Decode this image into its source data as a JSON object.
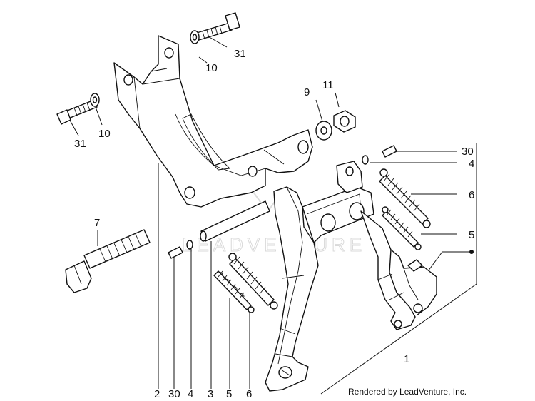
{
  "watermark": "LEADVENTURE",
  "credit": "Rendered by LeadVenture, Inc.",
  "callouts": [
    {
      "label": "31"
    },
    {
      "label": "10"
    },
    {
      "label": "9"
    },
    {
      "label": "11"
    },
    {
      "label": "10"
    },
    {
      "label": "31"
    },
    {
      "label": "30"
    },
    {
      "label": "4"
    },
    {
      "label": "6"
    },
    {
      "label": "5"
    },
    {
      "label": "7"
    },
    {
      "label": "1"
    },
    {
      "label": "2"
    },
    {
      "label": "30"
    },
    {
      "label": "4"
    },
    {
      "label": "3"
    },
    {
      "label": "5"
    },
    {
      "label": "6"
    }
  ]
}
